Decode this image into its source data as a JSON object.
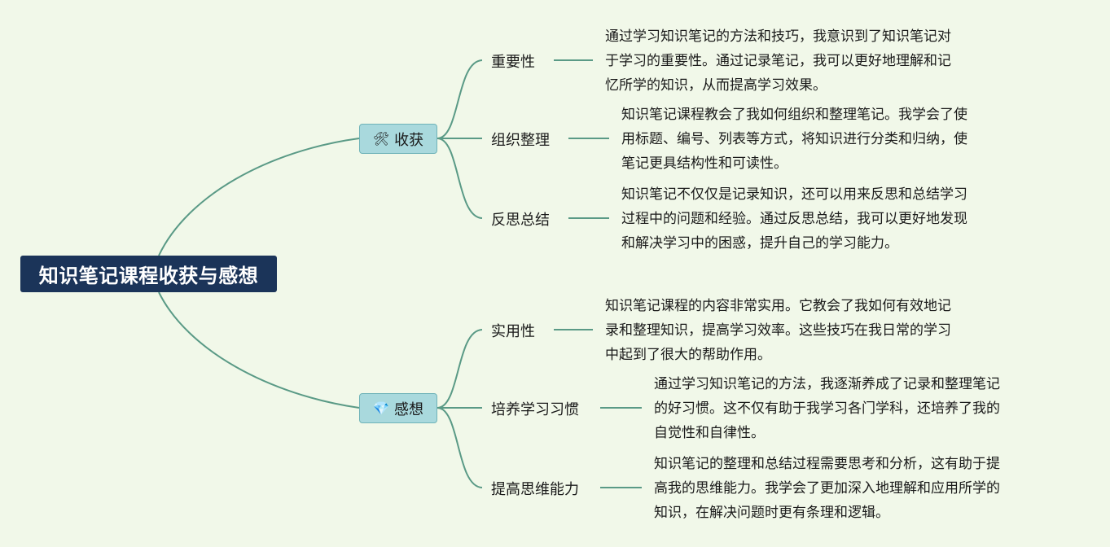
{
  "root": {
    "title": "知识笔记课程收获与感想"
  },
  "branches": [
    {
      "label": "收获",
      "icon": "hammer-wrench-icon",
      "icon_char": "🛠",
      "children": [
        {
          "label": "重要性",
          "lines": [
            "通过学习知识笔记的方法和技巧，我意识到了知识笔记对",
            "于学习的重要性。通过记录笔记，我可以更好地理解和记",
            "忆所学的知识，从而提高学习效果。"
          ]
        },
        {
          "label": "组织整理",
          "lines": [
            "知识笔记课程教会了我如何组织和整理笔记。我学会了使",
            "用标题、编号、列表等方式，将知识进行分类和归纳，使",
            "笔记更具结构性和可读性。"
          ]
        },
        {
          "label": "反思总结",
          "lines": [
            "知识笔记不仅仅是记录知识，还可以用来反思和总结学习",
            "过程中的问题和经验。通过反思总结，我可以更好地发现",
            "和解决学习中的困惑，提升自己的学习能力。"
          ]
        }
      ]
    },
    {
      "label": "感想",
      "icon": "gem-icon",
      "icon_char": "💎",
      "children": [
        {
          "label": "实用性",
          "lines": [
            "知识笔记课程的内容非常实用。它教会了我如何有效地记",
            "录和整理知识，提高学习效率。这些技巧在我日常的学习",
            "中起到了很大的帮助作用。"
          ]
        },
        {
          "label": "培养学习习惯",
          "lines": [
            "通过学习知识笔记的方法，我逐渐养成了记录和整理笔记",
            "的好习惯。这不仅有助于我学习各门学科，还培养了我的",
            "自觉性和自律性。"
          ]
        },
        {
          "label": "提高思维能力",
          "lines": [
            "知识笔记的整理和总结过程需要思考和分析，这有助于提",
            "高我的思维能力。我学会了更加深入地理解和应用所学的",
            "知识，在解决问题时更有条理和逻辑。"
          ]
        }
      ]
    }
  ],
  "colors": {
    "background": "#f1f8e9",
    "root_fill": "#1b3459",
    "topic_fill": "#a9d9dd",
    "line": "#5a9a86"
  }
}
